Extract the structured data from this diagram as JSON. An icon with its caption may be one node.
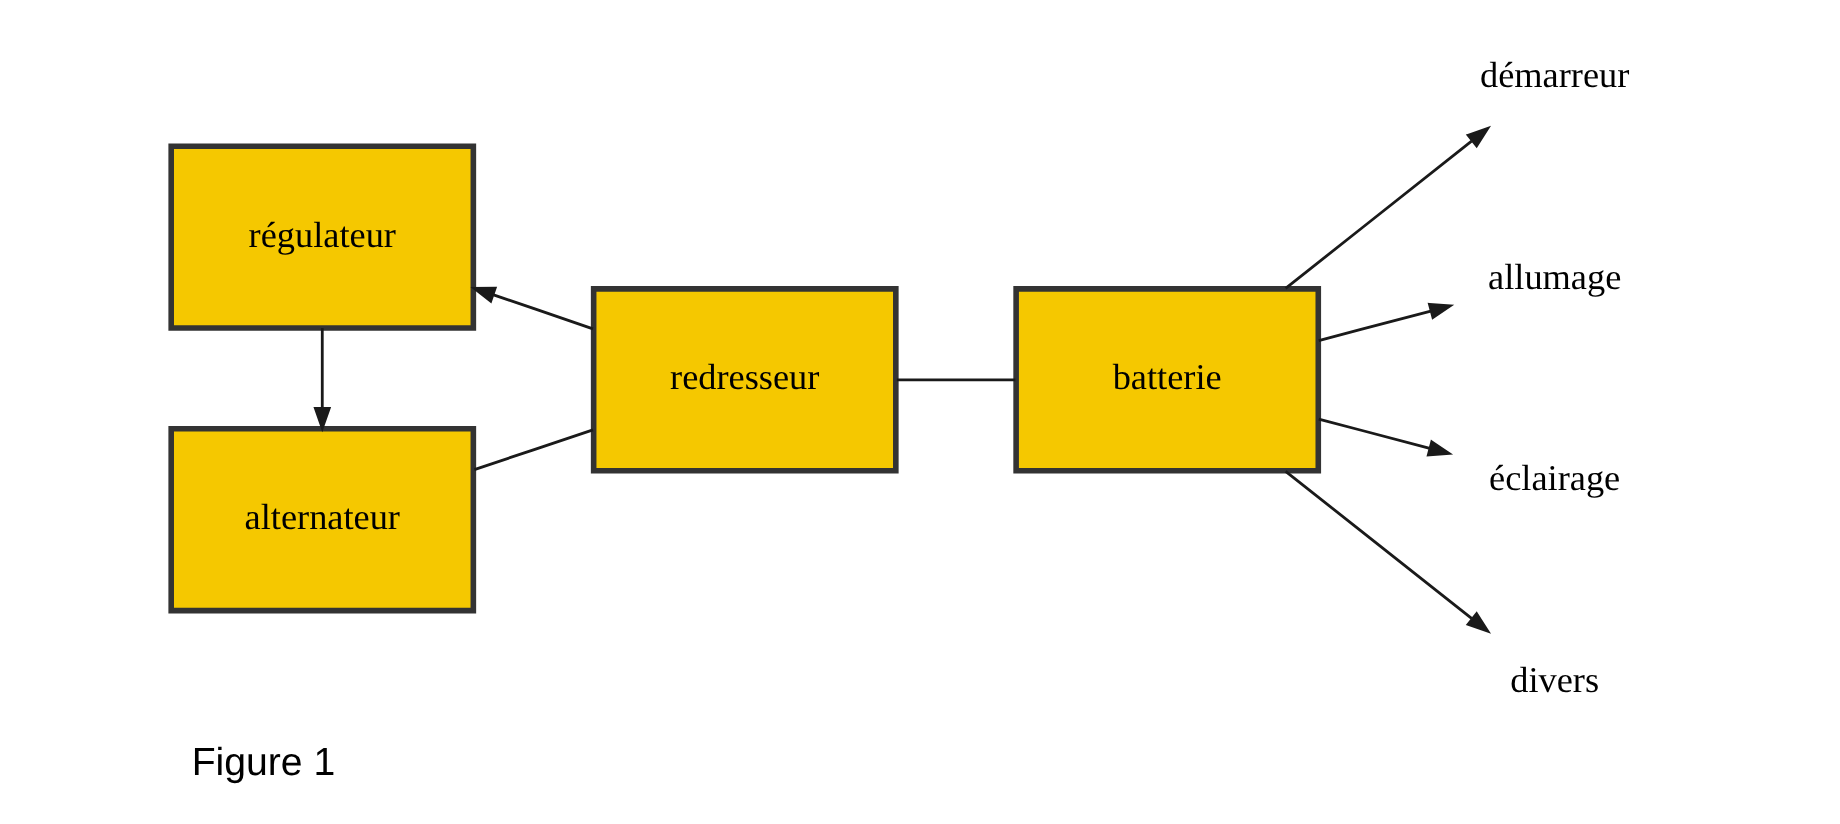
{
  "diagram": {
    "caption": "Figure 1",
    "nodes": [
      {
        "text": [
          "alternateur"
        ]
      },
      {
        "text": [
          "redresseur"
        ]
      },
      {
        "text": [
          "batterie"
        ]
      },
      {
        "text": [
          "régulateur"
        ]
      },
      {
        "text": [
          "démarreur"
        ]
      },
      {
        "text": [
          "allumage"
        ]
      },
      {
        "text": [
          "éclairage"
        ]
      },
      {
        "text": [
          "divers"
        ]
      }
    ],
    "edges": [
      {
        "from": 0,
        "to": 1,
        "arrow": "none"
      },
      {
        "from": 1,
        "to": 2,
        "arrow": "none"
      },
      {
        "from": 1,
        "to": 3,
        "arrow": "to"
      },
      {
        "from": 3,
        "to": 0,
        "arrow": "to"
      },
      {
        "from": 2,
        "to": 4,
        "arrow": "to"
      },
      {
        "from": 2,
        "to": 5,
        "arrow": "to"
      },
      {
        "from": 2,
        "to": 6,
        "arrow": "to"
      },
      {
        "from": 2,
        "to": 7,
        "arrow": "to"
      }
    ]
  }
}
